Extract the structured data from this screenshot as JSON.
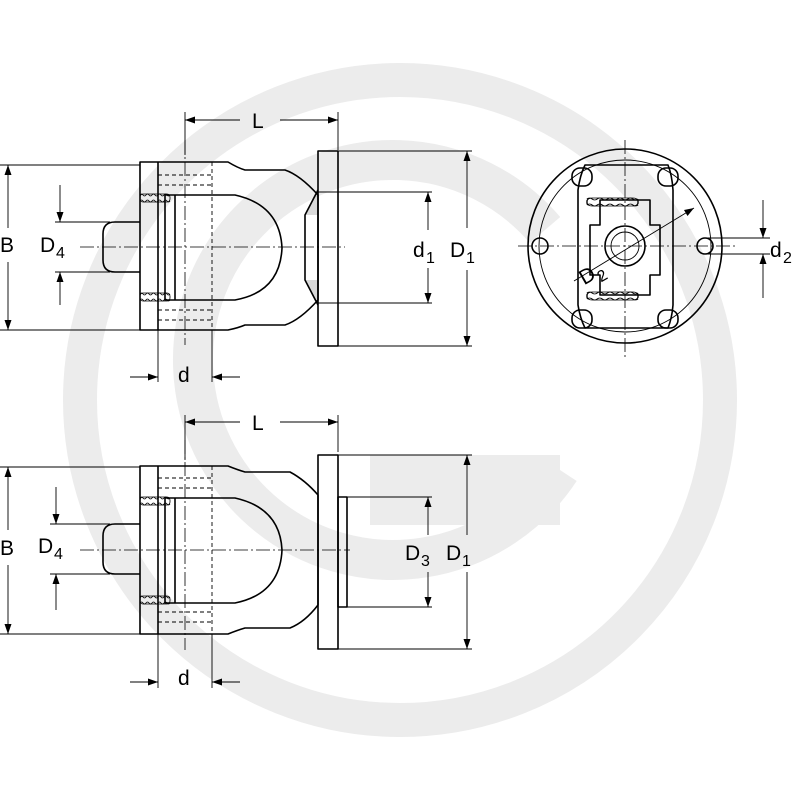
{
  "drawing": {
    "watermark_icon": "circle-g-logo-watermark",
    "views": [
      {
        "id": "top-side-view",
        "labels": {
          "L": "L",
          "B": "B",
          "D4": {
            "base": "D",
            "sub": "4"
          },
          "d": "d",
          "d1": {
            "base": "d",
            "sub": "1"
          },
          "D1": {
            "base": "D",
            "sub": "1"
          }
        }
      },
      {
        "id": "flange-end-view",
        "labels": {
          "D2": {
            "base": "D",
            "sub": "2"
          },
          "d2": {
            "base": "d",
            "sub": "2"
          }
        }
      },
      {
        "id": "bottom-side-view",
        "labels": {
          "L": "L",
          "B": "B",
          "D4": {
            "base": "D",
            "sub": "4"
          },
          "d": "d",
          "D3": {
            "base": "D",
            "sub": "3"
          },
          "D1": {
            "base": "D",
            "sub": "1"
          }
        }
      }
    ]
  }
}
